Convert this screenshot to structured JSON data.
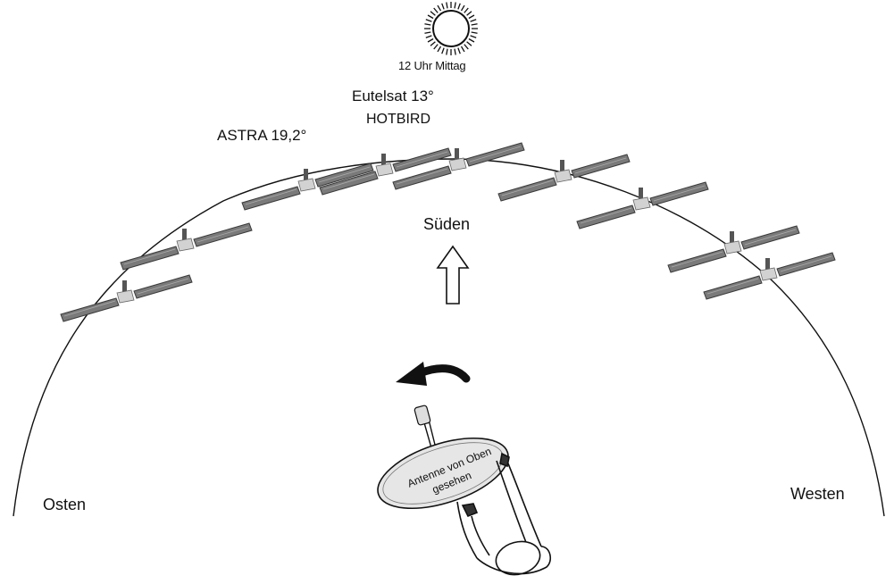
{
  "labels": {
    "sun": "12 Uhr Mittag",
    "eutelsat": "Eutelsat 13°",
    "hotbird": "HOTBIRD",
    "astra": "ASTRA 19,2°",
    "south": "Süden",
    "east": "Osten",
    "west": "Westen",
    "dish_line1": "Antenne von Oben",
    "dish_line2": "gesehen"
  },
  "icons": [
    "sun-icon",
    "satellite-icon",
    "arrow-up-icon",
    "curved-arrow-left-icon",
    "satellite-dish-icon",
    "person-icon"
  ],
  "colors": {
    "line": "#111111",
    "panel": "#7a7a7a",
    "panel_edge": "#3a3a3a",
    "body": "#cfcfcf",
    "dish_fill": "#e6e6e6"
  }
}
